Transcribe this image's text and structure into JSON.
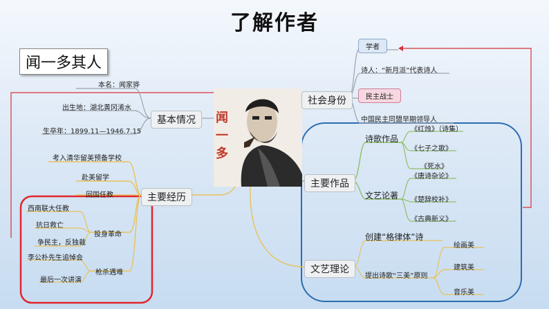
{
  "title": "了解作者",
  "subject": "闻一多其人",
  "portrait_caption": "闻一多",
  "basic_info": {
    "label": "基本情况",
    "items": [
      "本名：闻家骅",
      "出生地：湖北黄冈浠水",
      "生卒年：1899.11—1946.7.15"
    ]
  },
  "experience": {
    "label": "主要经历",
    "items": [
      "考入清华留美预备学校",
      "赴美留学",
      "回国任教"
    ],
    "revolution": {
      "label": "投身革命",
      "items": [
        "西南联大任教",
        "抗日救亡",
        "争民主，反独裁"
      ]
    },
    "death": {
      "label": "枪杀遇难",
      "items": [
        "李公朴先生追悼会",
        "最后一次讲演"
      ]
    }
  },
  "social_identity": {
    "label": "社会身份",
    "items": [
      "学者",
      "诗人：“新月派”代表诗人",
      "民主战士",
      "中国民主同盟早期领导人"
    ]
  },
  "works": {
    "label": "主要作品",
    "poetry": {
      "label": "诗歌作品",
      "items": [
        "《红烛》（诗集）",
        "《七子之歌》",
        "《死水》"
      ]
    },
    "essays": {
      "label": "文艺论著",
      "items": [
        "《唐诗杂论》",
        "《楚辞校补》",
        "《古典新义》"
      ]
    }
  },
  "theory": {
    "label": "文艺理论",
    "items": [
      "创建“格律体”诗",
      "提出诗歌“三美”原则"
    ],
    "beauty": [
      "绘画美",
      "建筑美",
      "音乐美"
    ]
  },
  "colors": {
    "red_frame": "#e0262e",
    "blue_frame": "#2b6cb0",
    "yellow_line": "#e9c25a",
    "red_line": "#d6333a"
  }
}
